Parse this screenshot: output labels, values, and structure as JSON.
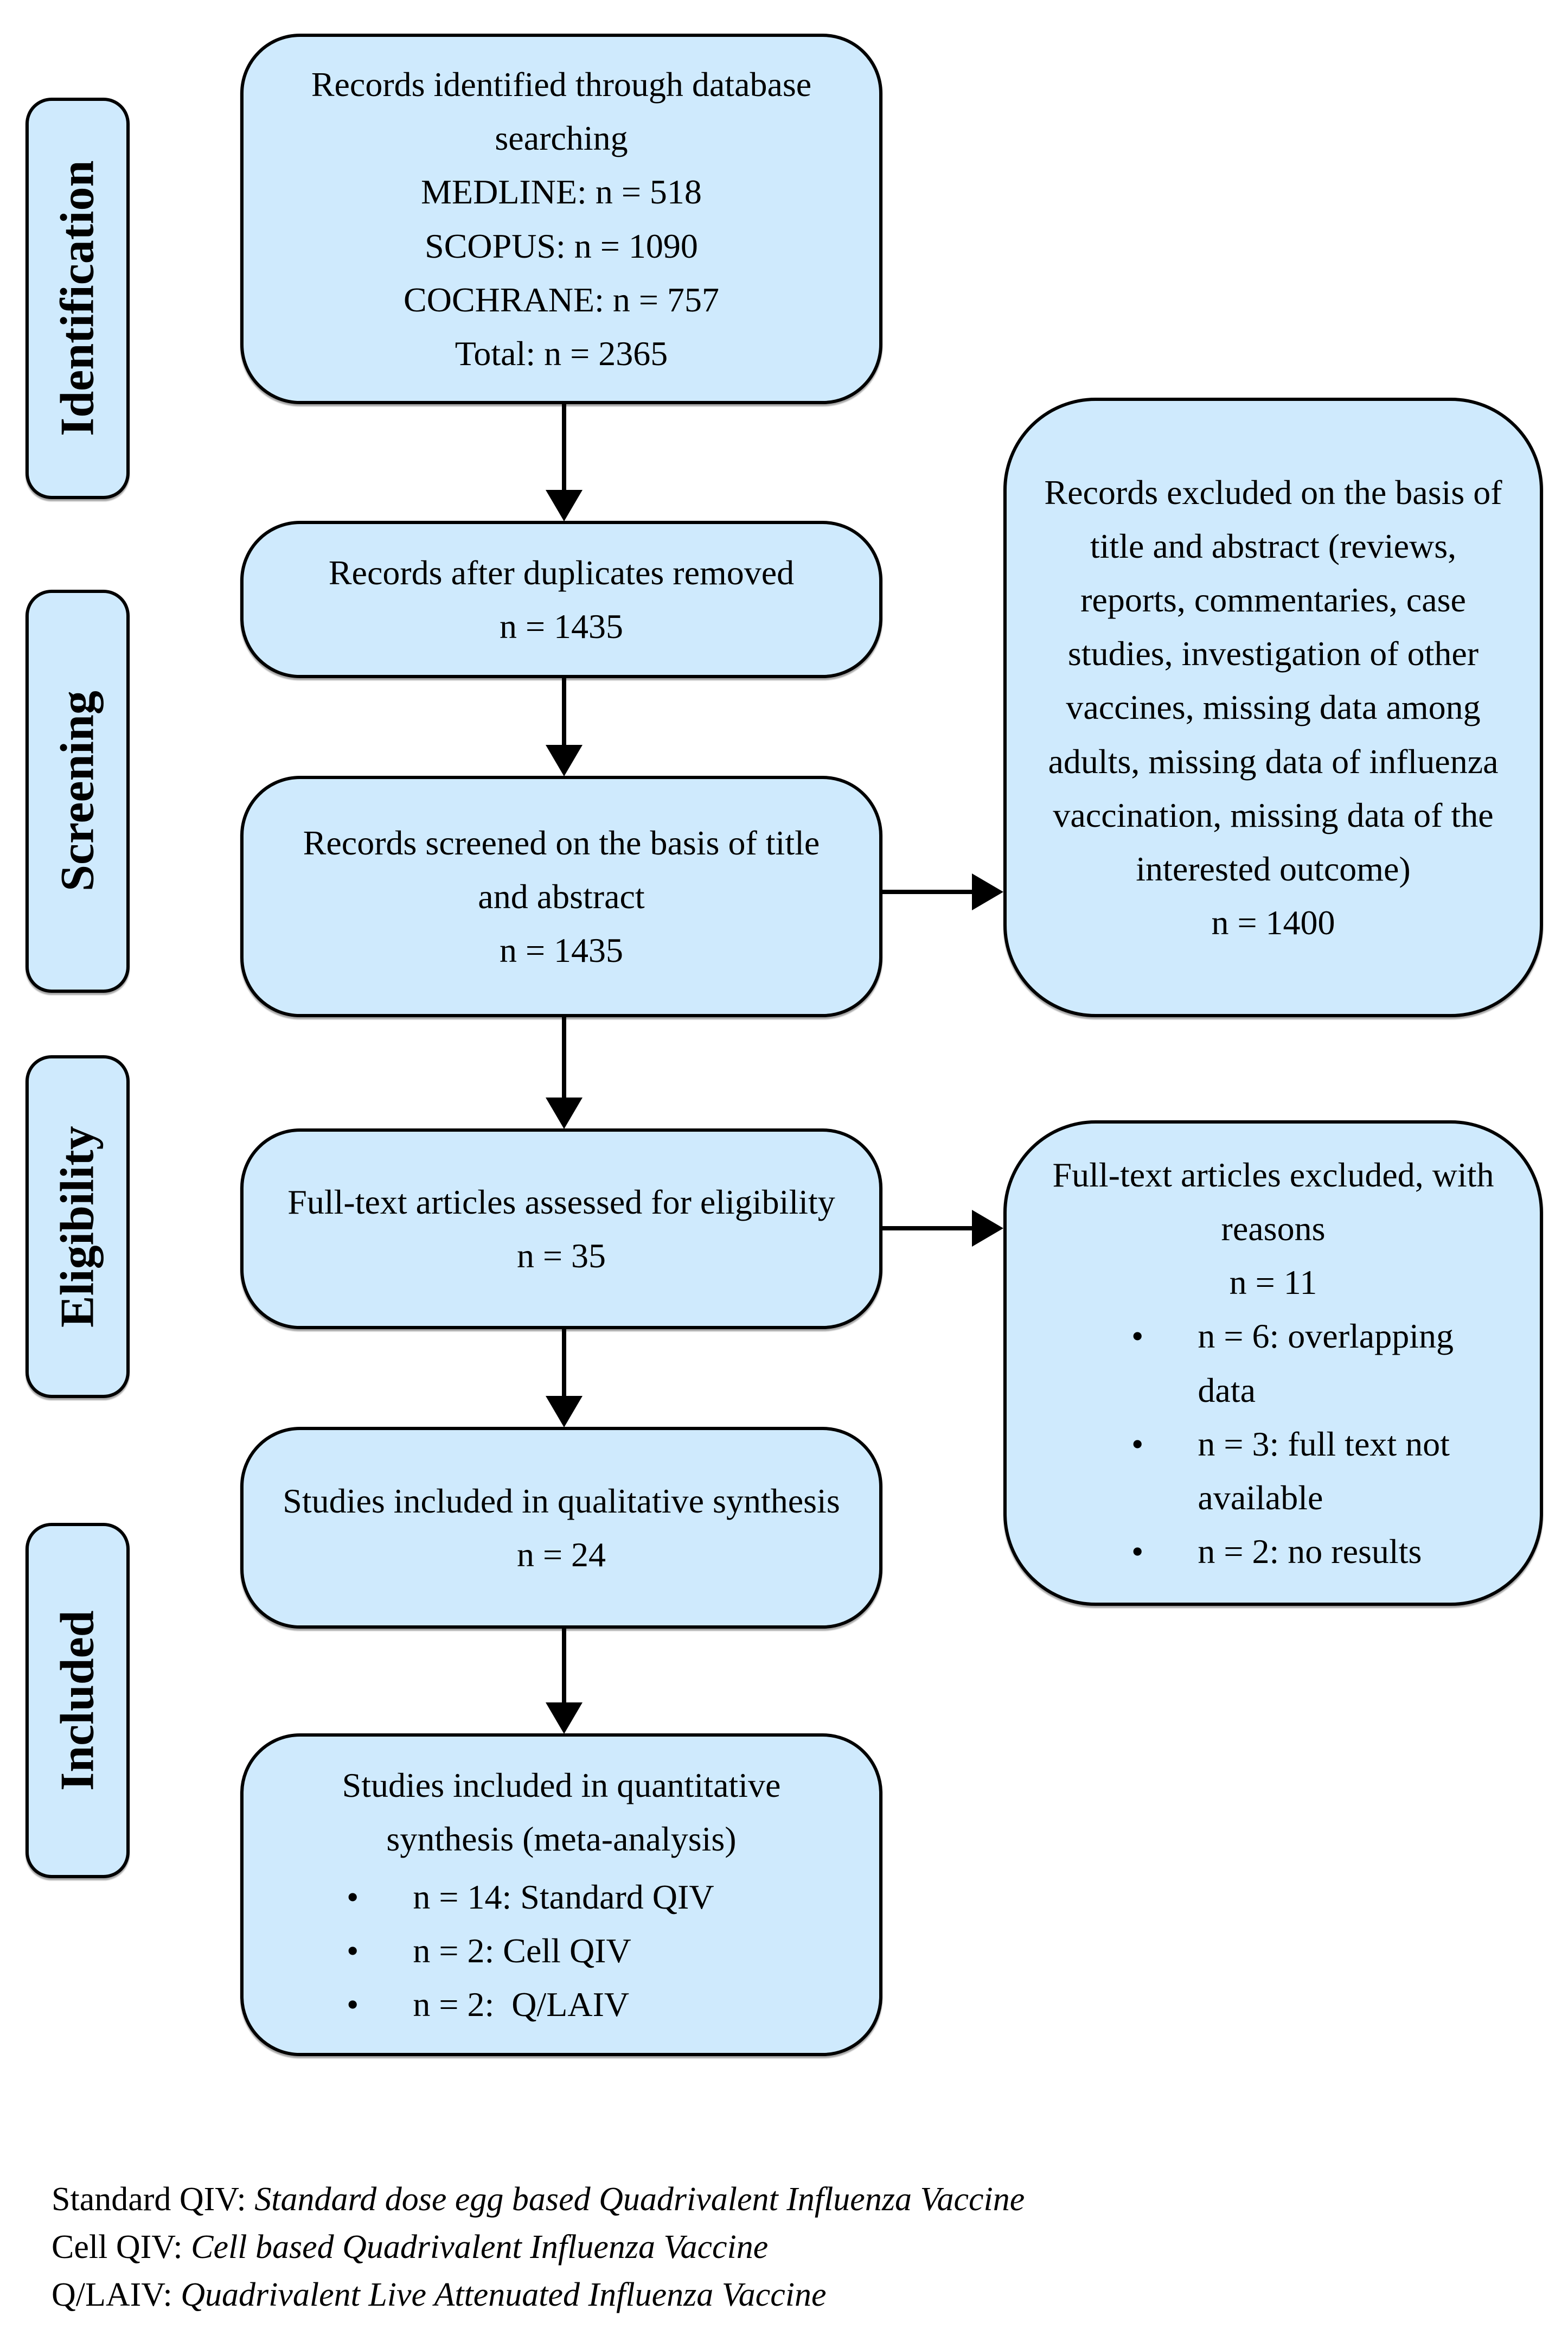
{
  "ui": {
    "bullet": "•"
  },
  "colors": {
    "box_fill": "#cfeafd",
    "box_border": "#000000",
    "background": "#ffffff",
    "text": "#000000"
  },
  "sidebar": {
    "identification": "Identification",
    "screening": "Screening",
    "eligibility": "Eligibility",
    "included": "Included"
  },
  "flow": {
    "identified": {
      "line1": "Records identified through database searching",
      "line2": "MEDLINE: n = 518",
      "line3": "SCOPUS: n = 1090",
      "line4": "COCHRANE: n = 757",
      "line5": "Total: n = 2365"
    },
    "duplicates": {
      "line1": "Records after duplicates removed",
      "line2": "n = 1435"
    },
    "screened": {
      "line1": "Records screened on the basis of title and abstract",
      "line2": "n = 1435"
    },
    "fulltext": {
      "line1": "Full-text articles assessed for eligibility",
      "line2": "n = 35"
    },
    "qualitative": {
      "line1": "Studies included in qualitative synthesis",
      "line2": "n = 24"
    },
    "quantitative": {
      "title": "Studies included in quantitative synthesis (meta-analysis)",
      "bullet1": "n = 14: Standard QIV",
      "bullet2": "n = 2: Cell QIV",
      "bullet3": "n = 2:  Q/LAIV"
    }
  },
  "excluded": {
    "records": {
      "text": "Records excluded on the basis of title and abstract (reviews, reports, commentaries, case studies, investigation of other vaccines, missing data among adults, missing data of influenza vaccination, missing data of the interested outcome)",
      "count": "n = 1400"
    },
    "fulltext": {
      "title": "Full-text articles excluded, with reasons",
      "count": "n = 11",
      "bullet1": "n = 6: overlapping data",
      "bullet2": "n = 3: full text not available",
      "bullet3": "n = 2: no results"
    }
  },
  "legend": {
    "line1_term": "Standard QIV: ",
    "line1_def": "Standard dose egg based Quadrivalent Influenza Vaccine",
    "line2_term": "Cell QIV: ",
    "line2_def": "Cell based Quadrivalent Influenza Vaccine",
    "line3_term": "Q/LAIV: ",
    "line3_def": "Quadrivalent Live Attenuated Influenza Vaccine"
  }
}
